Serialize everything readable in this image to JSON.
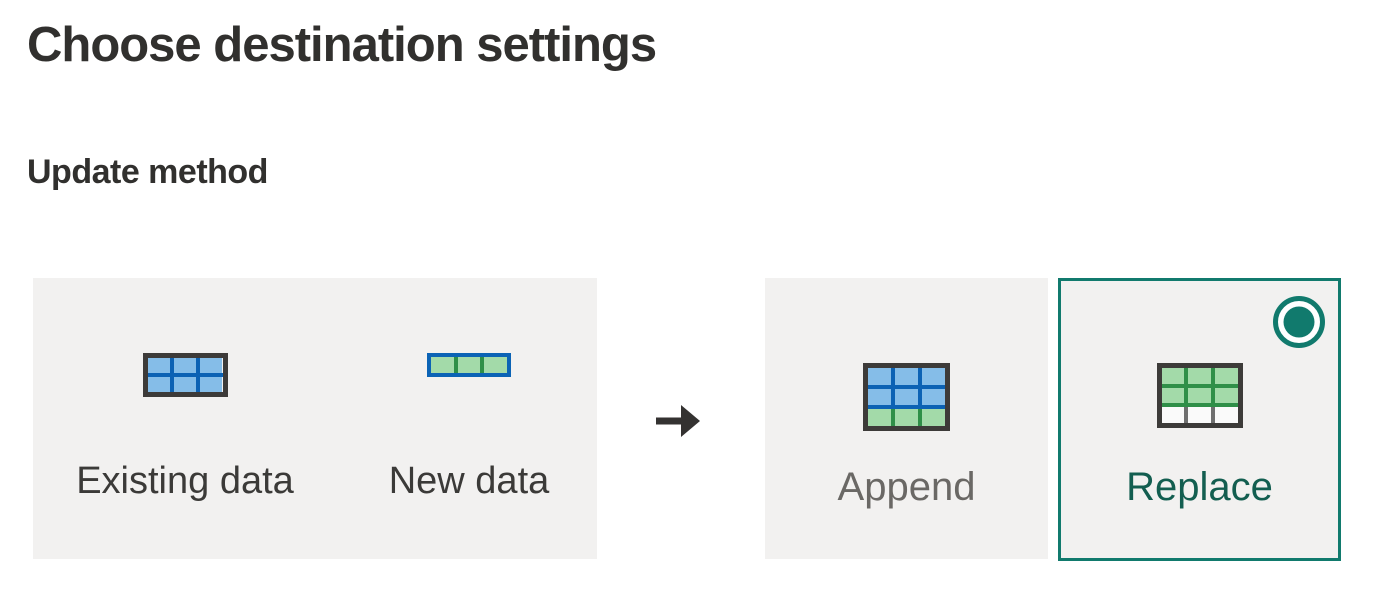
{
  "header": {
    "title": "Choose destination settings",
    "section": "Update method"
  },
  "legend": {
    "items": [
      {
        "label": "Existing data",
        "icon": "existing-data-table-icon"
      },
      {
        "label": "New data",
        "icon": "new-data-row-icon"
      }
    ]
  },
  "update_methods": {
    "options": [
      {
        "label": "Append",
        "selected": false
      },
      {
        "label": "Replace",
        "selected": true
      }
    ]
  },
  "icons": {
    "arrow": "right-arrow-icon",
    "selected_radio": "radio-selected-icon"
  },
  "colors": {
    "accent_teal": "#117a6d",
    "replace_label_teal": "#135e50",
    "table_blue_fill": "#85bde8",
    "table_blue_line": "#0c62b4",
    "table_green_fill": "#a3daa9",
    "table_green_line": "#2f8f48",
    "table_border_dark": "#3d3b39",
    "panel_background": "#f2f1f0",
    "heading_text": "#31302e",
    "muted_label": "#6a6865"
  }
}
